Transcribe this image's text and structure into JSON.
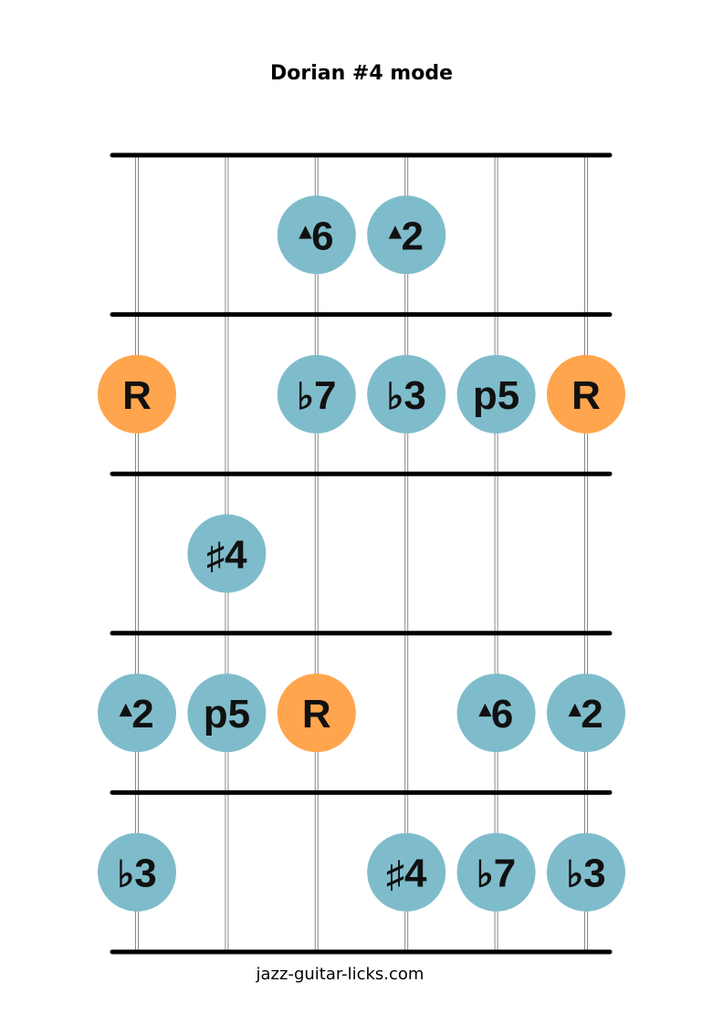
{
  "title": "Dorian #4 mode",
  "footer": "jazz-guitar-licks.com",
  "colors": {
    "root": "#ffa54d",
    "note": "#7fbccb",
    "line": "#000000",
    "string": "#888888"
  },
  "diagram": {
    "strings": 6,
    "frets": 5,
    "notes": [
      {
        "string": 3,
        "fret": 1,
        "label": "▴6",
        "root": false
      },
      {
        "string": 4,
        "fret": 1,
        "label": "▴2",
        "root": false
      },
      {
        "string": 1,
        "fret": 2,
        "label": "R",
        "root": true
      },
      {
        "string": 3,
        "fret": 2,
        "label": "♭7",
        "root": false
      },
      {
        "string": 4,
        "fret": 2,
        "label": "♭3",
        "root": false
      },
      {
        "string": 5,
        "fret": 2,
        "label": "p5",
        "root": false
      },
      {
        "string": 6,
        "fret": 2,
        "label": "R",
        "root": true
      },
      {
        "string": 2,
        "fret": 3,
        "label": "♯4",
        "root": false
      },
      {
        "string": 1,
        "fret": 4,
        "label": "▴2",
        "root": false
      },
      {
        "string": 2,
        "fret": 4,
        "label": "p5",
        "root": false
      },
      {
        "string": 3,
        "fret": 4,
        "label": "R",
        "root": true
      },
      {
        "string": 5,
        "fret": 4,
        "label": "▴6",
        "root": false
      },
      {
        "string": 6,
        "fret": 4,
        "label": "▴2",
        "root": false
      },
      {
        "string": 1,
        "fret": 5,
        "label": "♭3",
        "root": false
      },
      {
        "string": 4,
        "fret": 5,
        "label": "♯4",
        "root": false
      },
      {
        "string": 5,
        "fret": 5,
        "label": "♭7",
        "root": false
      },
      {
        "string": 6,
        "fret": 5,
        "label": "♭3",
        "root": false
      }
    ]
  }
}
